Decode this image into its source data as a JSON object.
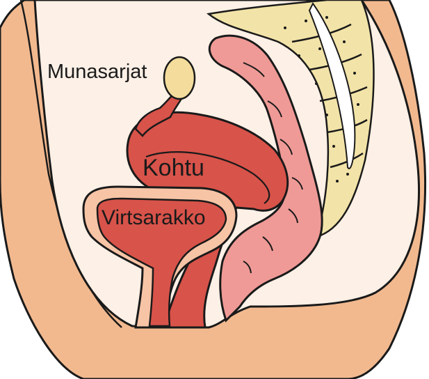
{
  "labels": {
    "ovaries": "Munasarjat",
    "uterus": "Kohtu",
    "bladder": "Virtsarakko"
  },
  "colors": {
    "skin": "#f2b98f",
    "skin_light": "#f8d2b4",
    "cavity": "#fdf0e6",
    "uterus": "#d8534a",
    "uterus_dark": "#b83a33",
    "rectum": "#ef9a96",
    "spine": "#f2e3a8",
    "ovary": "#f4dd9c",
    "bladder_wall": "#f7c4a6",
    "outline": "#1a1a1a"
  }
}
